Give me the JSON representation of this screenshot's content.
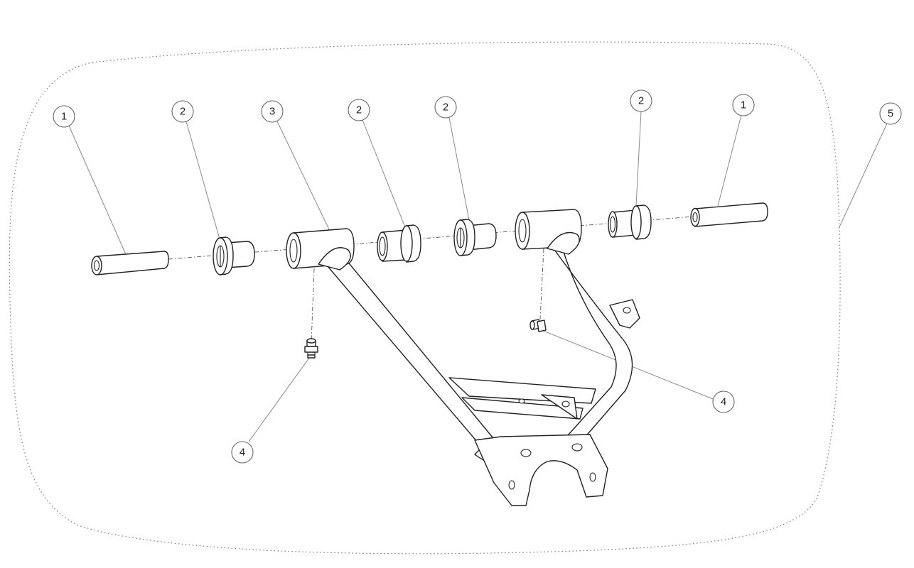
{
  "callouts": [
    {
      "label": "1"
    },
    {
      "label": "2"
    },
    {
      "label": "3"
    },
    {
      "label": "2"
    },
    {
      "label": "2"
    },
    {
      "label": "2"
    },
    {
      "label": "1"
    },
    {
      "label": "5"
    },
    {
      "label": "4"
    },
    {
      "label": "4"
    }
  ]
}
